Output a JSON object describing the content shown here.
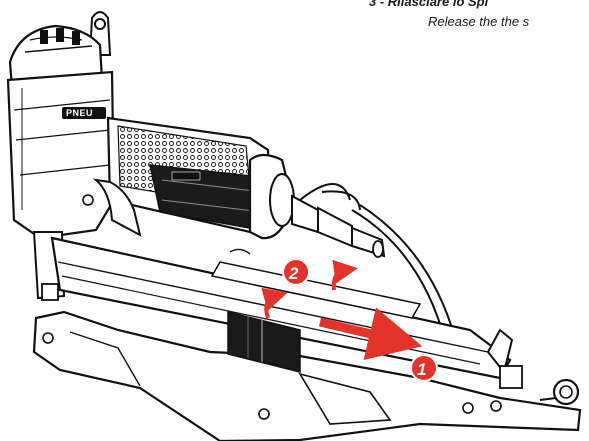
{
  "instructions": {
    "step3_title": "3 - Rilasciare lo Spi",
    "step3_subtitle": "Release the the s"
  },
  "callouts": [
    {
      "number": "1"
    },
    {
      "number": "2"
    }
  ],
  "tool_brand": "PNEU",
  "colors": {
    "accent": "#e4332a",
    "outline": "#111111",
    "magazine_strip": "#1a1a1a",
    "body_fill": "#ffffff"
  }
}
